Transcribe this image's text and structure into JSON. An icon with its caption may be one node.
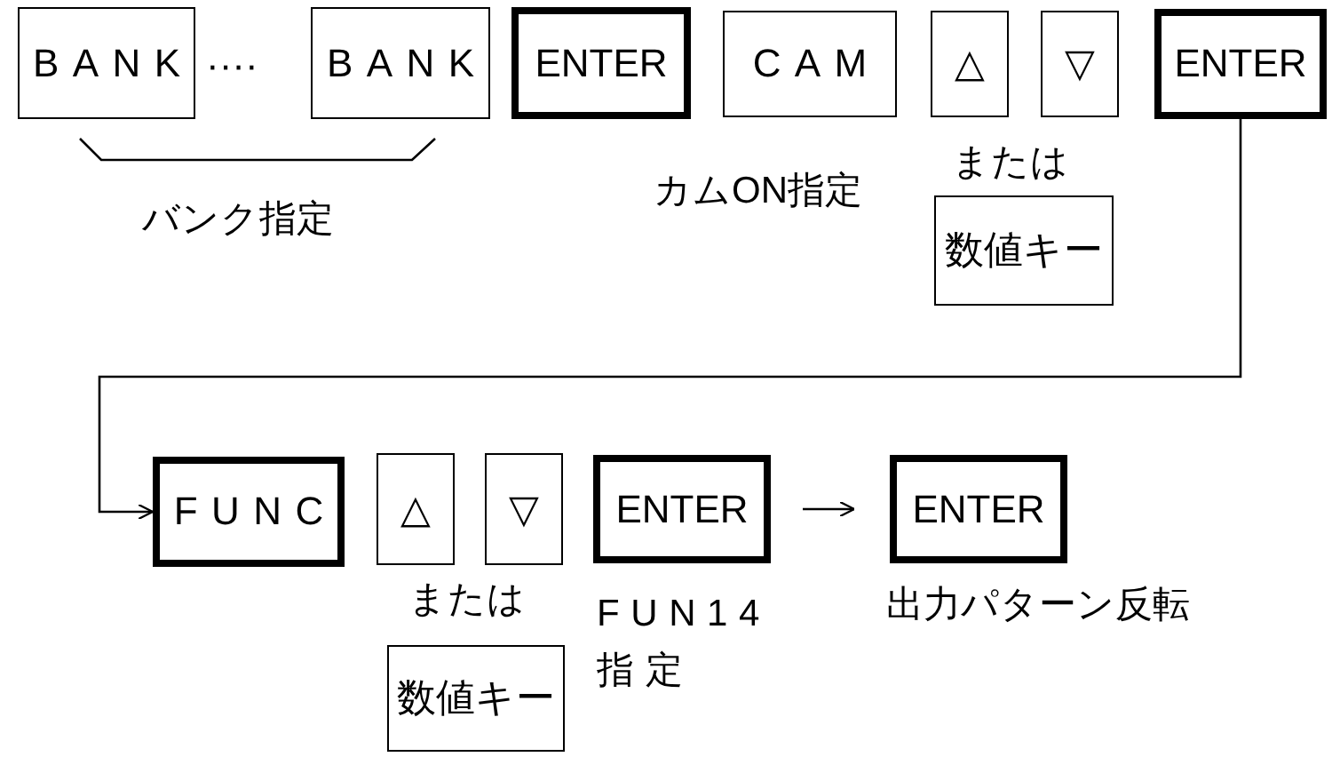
{
  "diagram": {
    "nodes": [
      {
        "text": [
          "BANK"
        ]
      },
      {
        "text": [
          "BANK"
        ]
      },
      {
        "text": [
          "ENTER"
        ]
      },
      {
        "text": [
          "CAM"
        ]
      },
      {
        "text": [
          "△"
        ]
      },
      {
        "text": [
          "▽"
        ]
      },
      {
        "text": [
          "ENTER"
        ]
      },
      {
        "text": [
          "数値キー"
        ]
      },
      {
        "text": [
          "FUNC"
        ]
      },
      {
        "text": [
          "△"
        ]
      },
      {
        "text": [
          "▽"
        ]
      },
      {
        "text": [
          "ENTER"
        ]
      },
      {
        "text": [
          "ENTER"
        ],
        "beside": [
          "出力パターン反転"
        ]
      },
      {
        "text": [
          "数値キー"
        ]
      }
    ],
    "edges": [
      {
        "from": 6,
        "to": 8,
        "arrow": "to"
      },
      {
        "from": 11,
        "to": 12,
        "arrow": "to"
      }
    ],
    "labels": [
      "····",
      "バンク指定",
      "カムON指定",
      "または",
      "または",
      "FUN14 指定"
    ]
  }
}
